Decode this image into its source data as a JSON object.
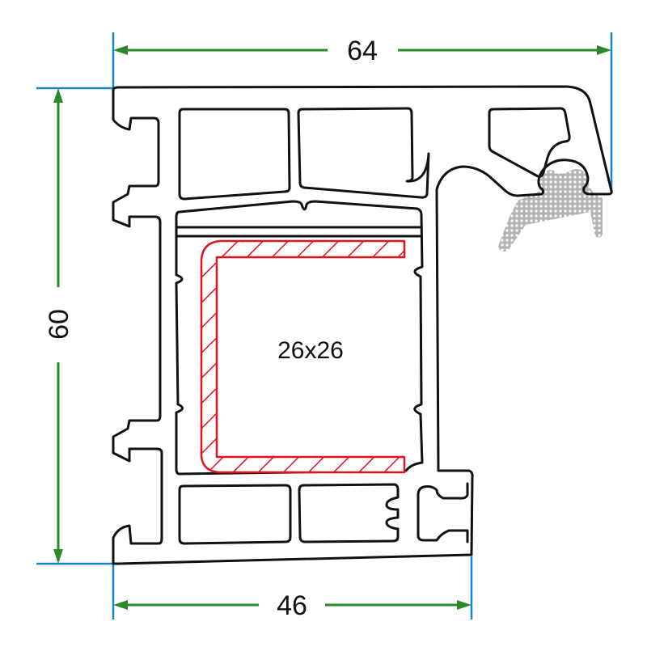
{
  "dimensions": {
    "width_top": "64",
    "height_left": "60",
    "width_bottom": "46"
  },
  "reinforcement": {
    "label": "26x26"
  },
  "colors": {
    "profile": "#111111",
    "dimension_line": "#2a8a2a",
    "extension_line": "#1a86c8",
    "reinforcement": "#e0141e",
    "gasket": "#b4b4b4"
  }
}
